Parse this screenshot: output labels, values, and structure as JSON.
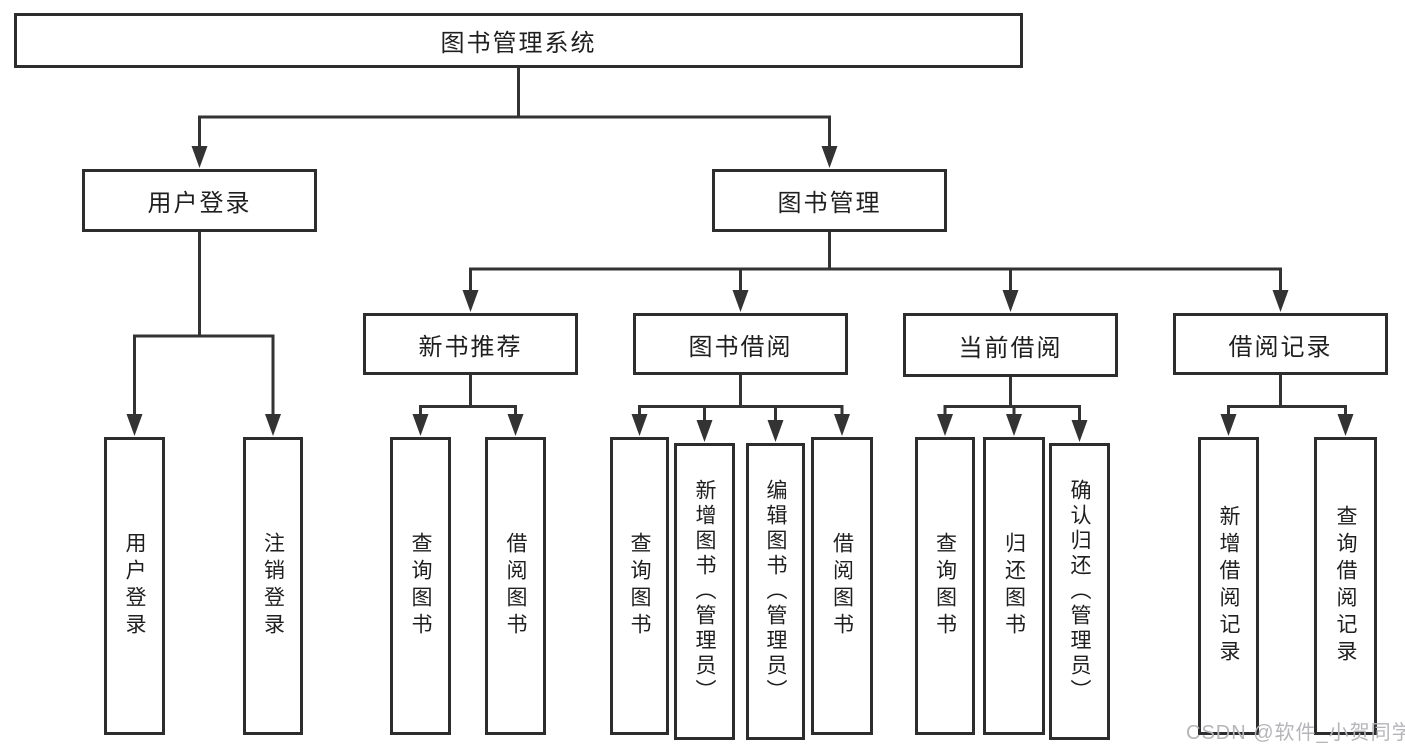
{
  "diagram": {
    "title": "图书管理系统",
    "type": "function-structure-tree",
    "nodes": {
      "root": {
        "label": "图书管理系统"
      },
      "user_login_branch": {
        "label": "用户登录"
      },
      "book_mgmt_branch": {
        "label": "图书管理"
      },
      "new_book_rec": {
        "label": "新书推荐"
      },
      "book_borrow": {
        "label": "图书借阅"
      },
      "current_borrow": {
        "label": "当前借阅"
      },
      "borrow_records": {
        "label": "借阅记录"
      },
      "leaf_user_login": {
        "label": "用户登录"
      },
      "leaf_logout": {
        "label": "注销登录"
      },
      "leaf_query_books_rec": {
        "label": "查询图书"
      },
      "leaf_borrow_books_rec": {
        "label": "借阅图书"
      },
      "leaf_query_books_borrow": {
        "label": "查询图书"
      },
      "leaf_add_book_admin": {
        "label": "新增图书（管理员）"
      },
      "leaf_edit_book_admin": {
        "label": "编辑图书（管理员）"
      },
      "leaf_borrow_books_borrow": {
        "label": "借阅图书"
      },
      "leaf_query_books_current": {
        "label": "查询图书"
      },
      "leaf_return_books": {
        "label": "归还图书"
      },
      "leaf_confirm_return_admin": {
        "label": "确认归还（管理员）"
      },
      "leaf_add_borrow_record": {
        "label": "新增借阅记录"
      },
      "leaf_query_borrow_record": {
        "label": "查询借阅记录"
      }
    },
    "hierarchy": {
      "图书管理系统": {
        "用户登录": [
          "用户登录",
          "注销登录"
        ],
        "图书管理": {
          "新书推荐": [
            "查询图书",
            "借阅图书"
          ],
          "图书借阅": [
            "查询图书",
            "新增图书（管理员）",
            "编辑图书（管理员）",
            "借阅图书"
          ],
          "当前借阅": [
            "查询图书",
            "归还图书",
            "确认归还（管理员）"
          ],
          "借阅记录": [
            "新增借阅记录",
            "查询借阅记录"
          ]
        }
      }
    }
  },
  "watermark": {
    "text": "CSDN @软件_小贺同学",
    "color": "#b5b5ba"
  },
  "colors": {
    "line": "#333333",
    "border": "#2d2d2d",
    "text": "#1f1f1f",
    "background": "#ffffff"
  }
}
